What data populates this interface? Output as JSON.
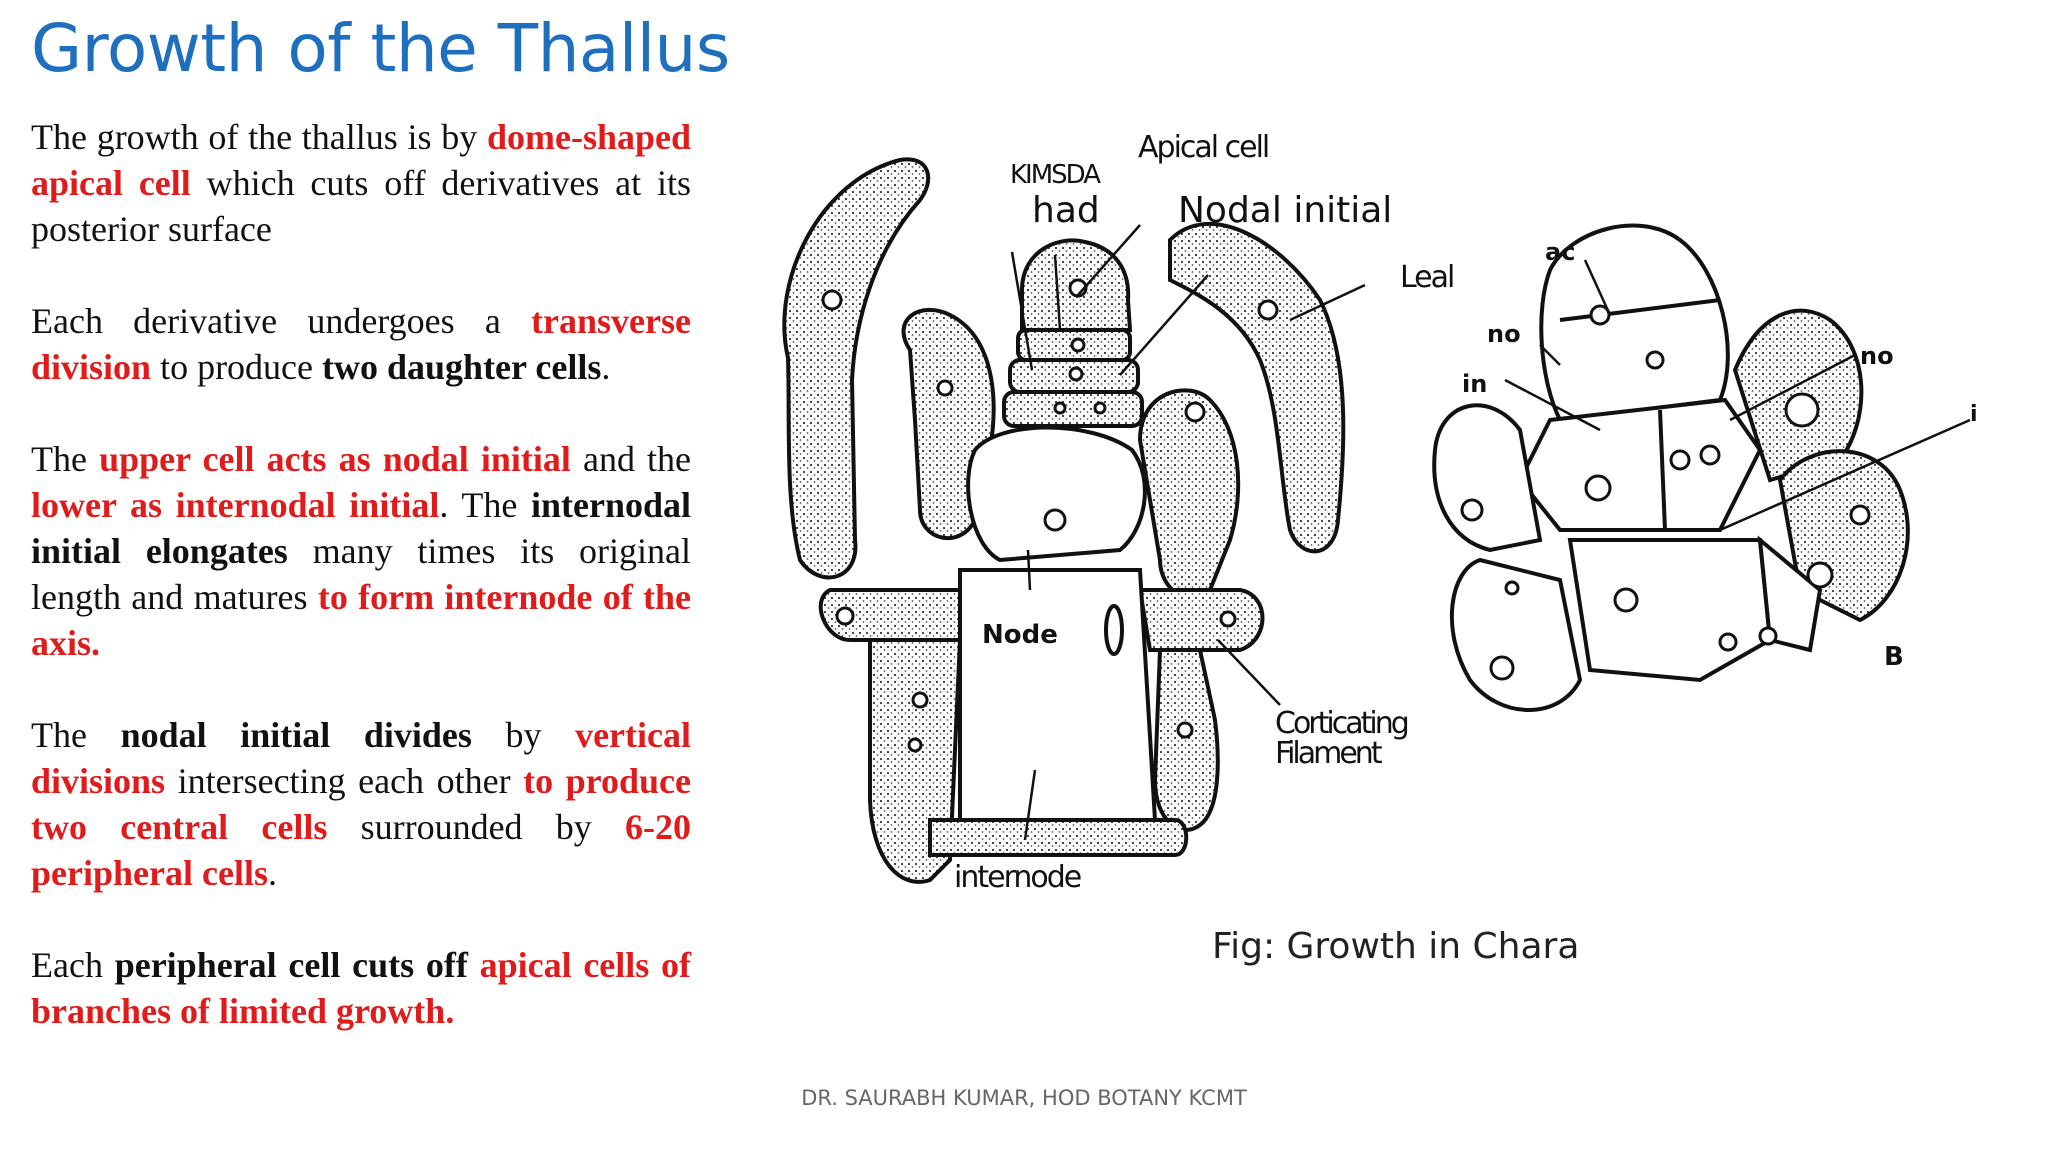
{
  "title": "Growth of the Thallus",
  "paragraphs": [
    {
      "segments": [
        {
          "text": "The growth of the thallus is by ",
          "style": "normal"
        },
        {
          "text": "dome-shaped apical cell",
          "style": "red"
        },
        {
          "text": " which cuts off derivatives at its posterior surface",
          "style": "normal"
        }
      ]
    },
    {
      "segments": [
        {
          "text": "Each derivative undergoes a ",
          "style": "normal"
        },
        {
          "text": "transverse division",
          "style": "red"
        },
        {
          "text": " to produce ",
          "style": "normal"
        },
        {
          "text": "two daughter cells",
          "style": "bold"
        },
        {
          "text": ".",
          "style": "normal"
        }
      ]
    },
    {
      "segments": [
        {
          "text": "The ",
          "style": "normal"
        },
        {
          "text": "upper cell acts as nodal initial",
          "style": "red"
        },
        {
          "text": " and the ",
          "style": "normal"
        },
        {
          "text": "lower as internodal initial",
          "style": "red"
        },
        {
          "text": ". The ",
          "style": "normal"
        },
        {
          "text": "internodal initial elongates",
          "style": "bold"
        },
        {
          "text": " many times its original length and matures ",
          "style": "normal"
        },
        {
          "text": "to form internode of the axis.",
          "style": "red"
        }
      ]
    },
    {
      "segments": [
        {
          "text": "The ",
          "style": "normal"
        },
        {
          "text": "nodal initial divides",
          "style": "bold"
        },
        {
          "text": " by ",
          "style": "normal"
        },
        {
          "text": "vertical divisions",
          "style": "red"
        },
        {
          "text": " intersecting each other ",
          "style": "normal"
        },
        {
          "text": "to produce two central cells",
          "style": "red"
        },
        {
          "text": " surrounded by ",
          "style": "normal"
        },
        {
          "text": "6-20 peripheral cells",
          "style": "red"
        },
        {
          "text": ".",
          "style": "normal"
        }
      ]
    },
    {
      "segments": [
        {
          "text": "Each ",
          "style": "normal"
        },
        {
          "text": "peripheral cell cuts off",
          "style": "bold"
        },
        {
          "text": " ",
          "style": "normal"
        },
        {
          "text": "apical cells of branches of limited growth.",
          "style": "red"
        }
      ]
    }
  ],
  "figure": {
    "labels": {
      "apical_cell": "Apical cell",
      "kimsda": "KIMSDA",
      "had": "had",
      "nodal_initial": "Nodal initial",
      "leal": "Leal",
      "node": "Node",
      "corticating_filament_1": "Corticating",
      "corticating_filament_2": "Filament",
      "internode": "internode",
      "ac": "ac",
      "no_left": "no",
      "in": "in",
      "no_right": "no",
      "i": "i",
      "b": "B"
    },
    "caption": "Fig: Growth in Chara"
  },
  "footer": "DR. SAURABH KUMAR, HOD BOTANY KCMT",
  "colors": {
    "title": "#1f6fbf",
    "highlight": "#e01b1b",
    "footer": "#666666"
  }
}
